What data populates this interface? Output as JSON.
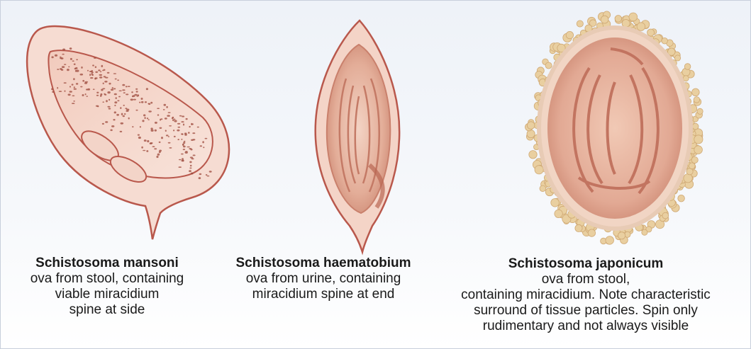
{
  "specimens": [
    {
      "species": "Schistosoma mansoni",
      "description_lines": [
        "ova from stool, containing",
        "viable miracidium",
        "spine at side"
      ]
    },
    {
      "species": "Schistosoma haematobium",
      "description_lines": [
        "ova from urine, containing",
        "miracidium spine at end"
      ]
    },
    {
      "species": "Schistosoma japonicum",
      "description_lines": [
        "ova from stool,",
        "containing miracidium. Note characteristic",
        "surround of tissue particles. Spin only",
        "rudimentary and not always visible"
      ]
    }
  ],
  "colors": {
    "shell_outline": "#b9584c",
    "shell_fill": "#f4d2c6",
    "inner_fill": "#e7b9a7",
    "granule": "#9c4a3c",
    "tissue_particle": "#e9cfa0"
  }
}
